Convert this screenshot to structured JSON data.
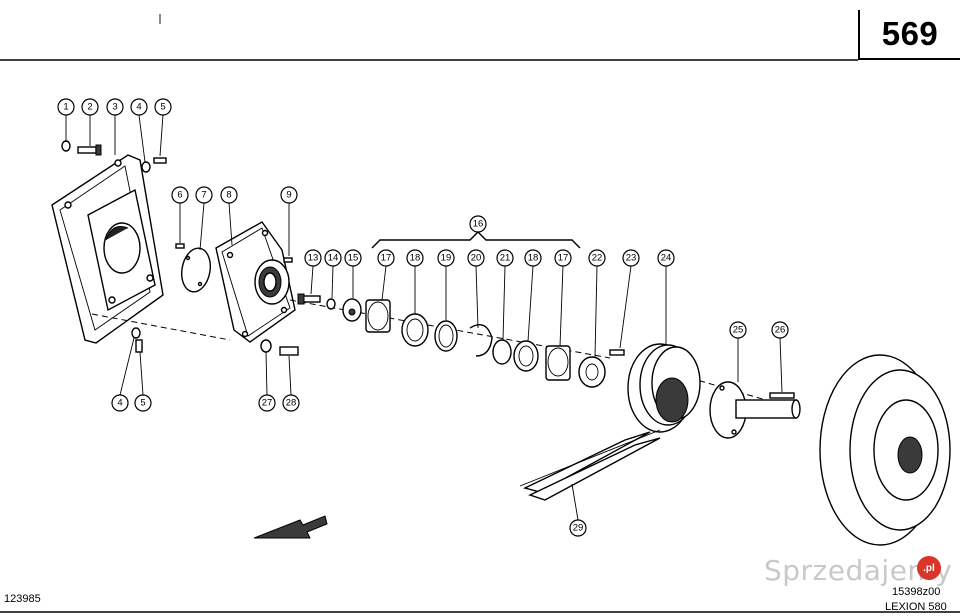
{
  "page_number": "569",
  "doc_id": "123985",
  "drawing_id": "15398z00",
  "model": "LEXION 580",
  "watermark": "Sprzedajemy",
  "watermark_badge": ".pl",
  "group_label": "16",
  "callouts": [
    "1",
    "2",
    "3",
    "4",
    "5",
    "6",
    "7",
    "8",
    "9",
    "13",
    "14",
    "15",
    "17",
    "18",
    "19",
    "20",
    "21",
    "18",
    "17",
    "22",
    "23",
    "24",
    "25",
    "26",
    "4",
    "5",
    "27",
    "28",
    "29"
  ]
}
